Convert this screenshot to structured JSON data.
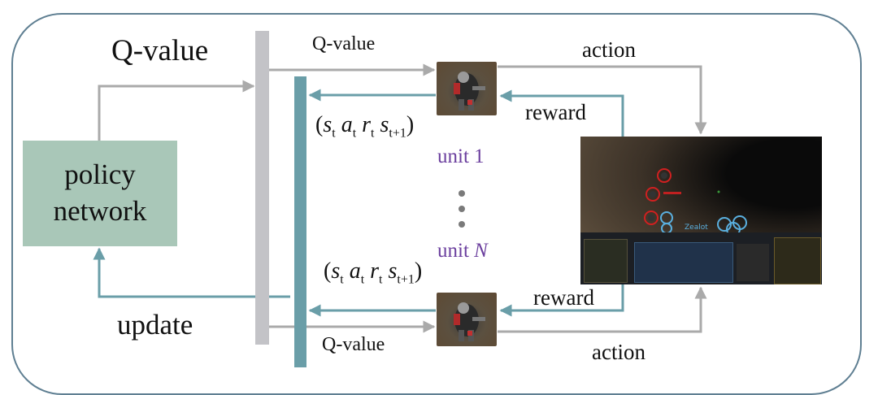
{
  "labels": {
    "q_value_left": "Q-value",
    "q_value_top": "Q-value",
    "q_value_bottom": "Q-value",
    "action_top": "action",
    "action_bottom": "action",
    "reward_top": "reward",
    "reward_bottom": "reward",
    "update": "update",
    "unit_1": "unit 1",
    "unit_n_prefix": "unit ",
    "unit_n_var": "N"
  },
  "policy_network": {
    "line1": "policy",
    "line2": "network"
  },
  "tuple": {
    "s": "s",
    "a": "a",
    "r": "r",
    "sub_t": "t",
    "sub_t1": "t+1",
    "open": "(",
    "close": ")"
  },
  "game_screen": {
    "unit_label_zealot": "Zealot"
  },
  "colors": {
    "frame": "#5f7f92",
    "gray_arrow": "#aaaaaa",
    "teal_arrow": "#6a9ea8",
    "policy_box": "#a9c7b8",
    "unit_text": "#6b3f9e"
  }
}
